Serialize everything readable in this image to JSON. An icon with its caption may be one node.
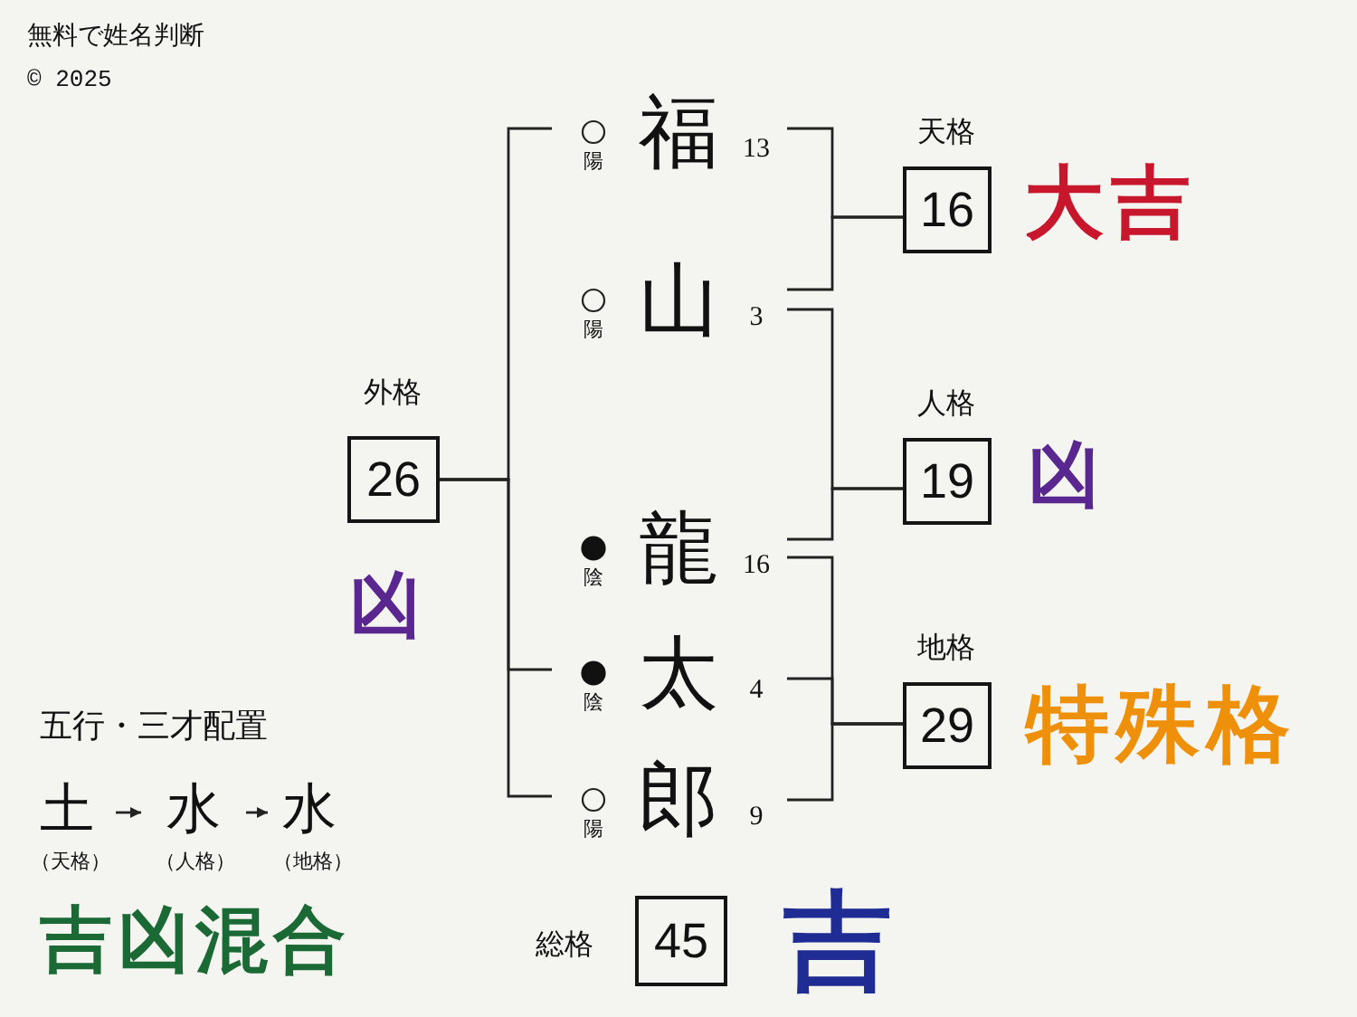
{
  "diagram": {
    "nodes": [
      {
        "text": [
          "福"
        ],
        "beside": [
          "陽"
        ]
      },
      {
        "text": [
          "山"
        ],
        "beside": [
          "陽"
        ]
      },
      {
        "text": [
          "龍"
        ],
        "beside": [
          "陰"
        ]
      },
      {
        "text": [
          "太"
        ],
        "beside": [
          "陰"
        ]
      },
      {
        "text": [
          "郎"
        ],
        "beside": [
          "陽"
        ]
      },
      {
        "text": [
          "天格",
          "16"
        ],
        "beside": [
          "大吉"
        ]
      },
      {
        "text": [
          "人格",
          "19"
        ],
        "beside": [
          "凶"
        ]
      },
      {
        "text": [
          "地格",
          "29"
        ],
        "beside": [
          "特殊格"
        ]
      },
      {
        "text": [
          "外格",
          "26"
        ],
        "beside": [
          "凶"
        ]
      },
      {
        "text": [
          "総格",
          "45"
        ],
        "beside": [
          "吉"
        ]
      },
      {
        "text": [
          "土"
        ],
        "beside": [
          "（天格）"
        ]
      },
      {
        "text": [
          "水"
        ],
        "beside": [
          "（人格）"
        ]
      },
      {
        "text": [
          "水"
        ],
        "beside": [
          "（地格）"
        ]
      }
    ],
    "edges": [
      {
        "from": 0,
        "to": 5,
        "arrow": "none"
      },
      {
        "from": 1,
        "to": 5,
        "arrow": "none"
      },
      {
        "from": 1,
        "to": 6,
        "arrow": "none"
      },
      {
        "from": 2,
        "to": 6,
        "arrow": "none"
      },
      {
        "from": 2,
        "to": 7,
        "arrow": "none"
      },
      {
        "from": 3,
        "to": 7,
        "arrow": "none"
      },
      {
        "from": 4,
        "to": 7,
        "arrow": "none"
      },
      {
        "from": 8,
        "to": 0,
        "arrow": "none"
      },
      {
        "from": 8,
        "to": 3,
        "arrow": "none"
      },
      {
        "from": 8,
        "to": 4,
        "arrow": "none"
      },
      {
        "from": 10,
        "to": 11,
        "arrow": "to"
      },
      {
        "from": 11,
        "to": 12,
        "arrow": "to"
      }
    ],
    "labels": [
      "無料で姓名判断",
      "© 2025",
      "13",
      "3",
      "16",
      "4",
      "五行・三才配置",
      "9",
      "吉凶混合"
    ]
  }
}
